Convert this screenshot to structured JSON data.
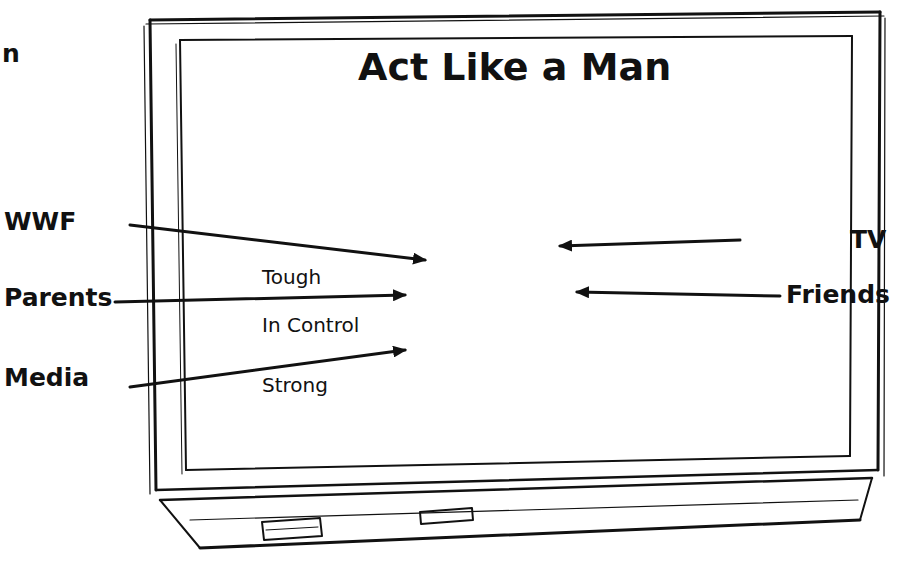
{
  "diagram": {
    "nodes": [
      {
        "text": [
          "Act Like a Man",
          "Tough",
          "In Control",
          "Strong"
        ]
      }
    ],
    "labels": [
      "n",
      "WWF",
      "Parents",
      "Media",
      "TV",
      "Friends"
    ]
  }
}
